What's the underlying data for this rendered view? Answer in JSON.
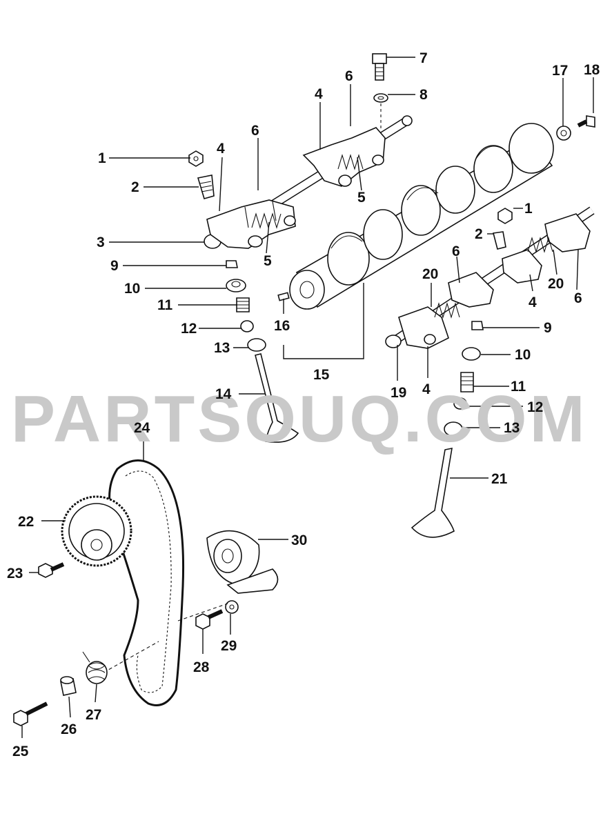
{
  "watermark": "PARTSOUQ.COM",
  "callouts": [
    {
      "label": "1"
    },
    {
      "label": "2"
    },
    {
      "label": "3"
    },
    {
      "label": "4"
    },
    {
      "label": "4"
    },
    {
      "label": "5"
    },
    {
      "label": "5"
    },
    {
      "label": "6"
    },
    {
      "label": "6"
    },
    {
      "label": "7"
    },
    {
      "label": "8"
    },
    {
      "label": "9"
    },
    {
      "label": "10"
    },
    {
      "label": "11"
    },
    {
      "label": "12"
    },
    {
      "label": "13"
    },
    {
      "label": "14"
    },
    {
      "label": "15"
    },
    {
      "label": "16"
    },
    {
      "label": "17"
    },
    {
      "label": "18"
    },
    {
      "label": "1"
    },
    {
      "label": "2"
    },
    {
      "label": "6"
    },
    {
      "label": "20"
    },
    {
      "label": "20"
    },
    {
      "label": "6"
    },
    {
      "label": "4"
    },
    {
      "label": "4"
    },
    {
      "label": "9"
    },
    {
      "label": "10"
    },
    {
      "label": "19"
    },
    {
      "label": "11"
    },
    {
      "label": "12"
    },
    {
      "label": "13"
    },
    {
      "label": "21"
    },
    {
      "label": "24"
    },
    {
      "label": "22"
    },
    {
      "label": "23"
    },
    {
      "label": "30"
    },
    {
      "label": "28"
    },
    {
      "label": "29"
    },
    {
      "label": "27"
    },
    {
      "label": "26"
    },
    {
      "label": "25"
    }
  ]
}
